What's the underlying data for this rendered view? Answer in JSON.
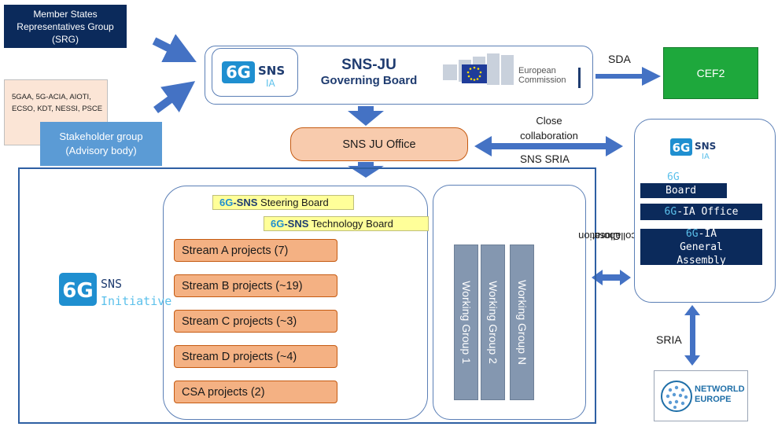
{
  "srg": {
    "line1": "Member States",
    "line2": "Representatives Group",
    "line3": "(SRG)"
  },
  "stakeholder_members": {
    "line1": "5GAA, 5G-ACIA, AIOTI,",
    "line2": "ECSO, KDT, NESSI, PSCE"
  },
  "stakeholder_group": {
    "line1": "Stakeholder group",
    "line2": "(Advisory body)"
  },
  "governing_board": {
    "title": "SNS-JU",
    "subtitle": "Governing Board"
  },
  "ec_logo": {
    "line1": "European",
    "line2": "Commission"
  },
  "logo_6g": {
    "mark": "6G",
    "sns": "SNS",
    "ia": "IA"
  },
  "sda_label": "SDA",
  "cef2": "CEF2",
  "office": "SNS JU Office",
  "close_collab_top": {
    "line1": "Close",
    "line2": "collaboration"
  },
  "sns_sria": "SNS SRIA",
  "steering_board": {
    "prefix6g": "6G",
    "sns": "-SNS",
    "rest": " Steering Board"
  },
  "technology_board": {
    "prefix6g": "6G",
    "sns": "-SNS",
    "rest": " Technology Board"
  },
  "streams": [
    "Stream A projects (7)",
    "Stream B projects (~19)",
    "Stream C projects (~3)",
    "Stream D projects (~4)",
    "CSA projects (2)"
  ],
  "working_groups": [
    "Working Group 1",
    "Working Group 2",
    "Working Group N"
  ],
  "initiative": {
    "sns": "SNS",
    "word": "Initiative"
  },
  "close_collab_vert": {
    "line1": "Close",
    "line2": "collaboration"
  },
  "ia": {
    "board_prefix": "6G",
    "board": "Board",
    "office_prefix": "6G",
    "office": "-IA Office",
    "ga_prefix": "6G",
    "ga_line1": "-IA",
    "ga_line2": "General",
    "ga_line3": "Assembly"
  },
  "sria": "SRIA",
  "networld": {
    "line1": "NETWORLD",
    "line2": "EUROPE"
  },
  "colors": {
    "navy": "#0b2a5b",
    "arrow_blue": "#4472c4",
    "cef_green": "#1ea83c",
    "office_orange": "#f8cbad",
    "stream_orange": "#f4b183",
    "wg_gray": "#8497b0",
    "stakeholder_blue": "#5b9bd5"
  }
}
